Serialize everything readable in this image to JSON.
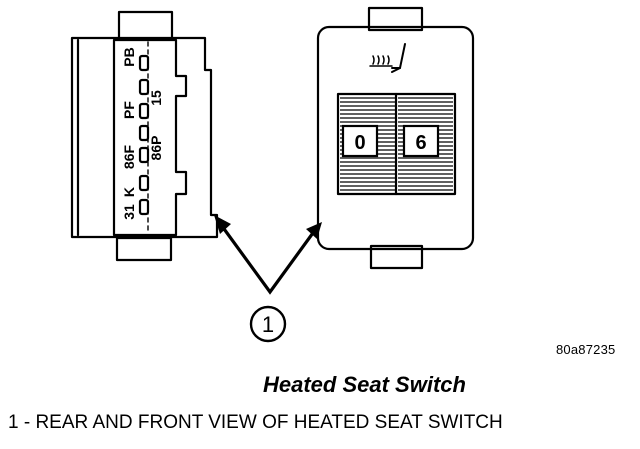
{
  "diagram": {
    "callout_number": "1",
    "rear_view": {
      "terminal_labels": [
        "PB",
        "15",
        "PF",
        "86F",
        "86P",
        "K",
        "31"
      ]
    },
    "front_view": {
      "dial_left": "0",
      "dial_right": "6",
      "icon": "heated-seat-icon"
    },
    "figure_id": "80a87235",
    "title": "Heated Seat Switch",
    "caption": "1 - REAR AND FRONT VIEW OF HEATED SEAT SWITCH"
  },
  "colors": {
    "ink": "#000000",
    "paper": "#ffffff"
  }
}
